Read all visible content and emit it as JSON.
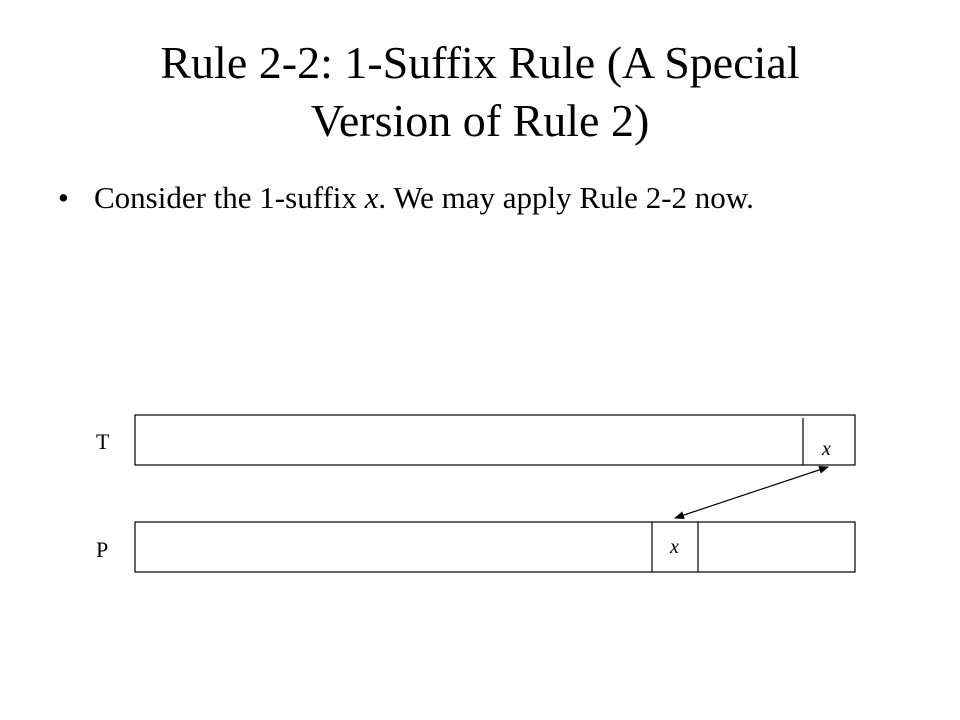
{
  "slide": {
    "title_line1": "Rule 2-2: 1-Suffix Rule (A Special",
    "title_line2": "Version of Rule 2)",
    "bullets": [
      {
        "marker": "•",
        "text_before": "Consider the 1-suffix ",
        "term": "x",
        "text_after": ".  We may apply Rule 2-2 now."
      }
    ]
  },
  "diagram": {
    "text_label": "T",
    "pattern_label": "P",
    "text_suffix_char": "x",
    "pattern_char": "x"
  }
}
